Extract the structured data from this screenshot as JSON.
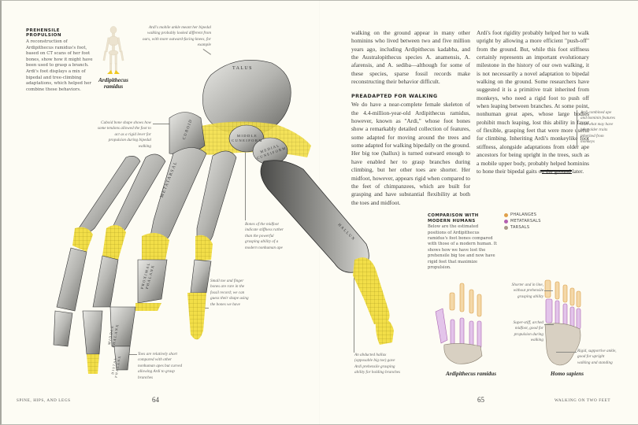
{
  "left_page": {
    "sidebar": {
      "heading": "PREHENSILE PROPULSION",
      "text": "A reconstruction of Ardipithecus ramidus's foot, based on CT scans of her foot bones, show how it might have been used to grasp a branch. Ardi's foot displays a mix of bipedal and tree-climbing adaptations, which helped her combine these behaviors."
    },
    "skeleton_label": "Ardipithecus ramidus",
    "annotations": {
      "ankle": "Ardi's mobile ankle meant her bipedal walking probably looked different from ours, with more outward-facing knees, for example",
      "cuboid": "Cuboid bone shape shows how some tendons allowed the foot to act as a rigid lever for propulsion during bipedal walking",
      "midfoot": "Bones of the midfoot indicate stiffness rather than the powerful grasping ability of a modern nonhuman ape",
      "small_toe": "Small toe and finger bones are rare in the fossil record; we can guess their shape using the bones we have",
      "toes": "Toes are relatively short compared with other nonhuman apes but curved allowing Ardi to grasp branches",
      "hallux": "An abducted hallux (opposable big toe) gave Ardi prehensile grasping ability for holding branches"
    },
    "bone_labels": {
      "talus": "TALUS",
      "cuboid": "CUBOID",
      "middle_cuneiform": "MIDDLE CUNEIFORM",
      "medial_cuneiform": "MEDIAL CUNEIFORM",
      "metatarsal": "METATARSAL",
      "proximal_phalanx": "PROXIMAL PHALANX",
      "middle_phalanx": "MIDDLE PHALANX",
      "distal_phalanx": "DISTAL PHALANX",
      "hallux": "HALLUX"
    },
    "footer": {
      "section": "SPINE, HIPS, AND LEGS",
      "page": "64"
    }
  },
  "right_page": {
    "column1": {
      "intro_paragraph": "walking on the ground appear in many other hominins who lived between two and five million years ago, including Ardipithecus kadabba, and the Australopithecus species A. anamensis, A. afarensis, and A. sediba—although for some of these species, sparse fossil records make reconstructing their behavior difficult.",
      "heading": "PREADAPTED FOR WALKING",
      "paragraph": "We do have a near-complete female skeleton of the 4.4-million-year-old Ardipithecus ramidus, however, known as \"Ardi,\" whose foot bones show a remarkably detailed collection of features, some adapted for moving around the trees and some adapted for walking bipedally on the ground. Her big toe (hallux) is turned outward enough to have enabled her to grasp branches during climbing, but her other toes are shorter. Her midfoot, however, appears rigid when compared to the feet of chimpanzees, which are built for grasping and have substantial flexibility at both the toes and midfoot."
    },
    "column2": {
      "paragraph": "Ardi's foot rigidity probably helped her to walk upright by allowing a more efficient \"push-off\" from the ground. But, while this foot stiffness certainly represents an important evolutionary milestone in the history of our own walking, it is not necessarily a novel adaptation to bipedal walking on the ground. Some researchers have suggested it is a primitive trait inherited from monkeys, who need a rigid foot to push off when leaping between branches. At some point, nonhuman great apes, whose large bodies prohibit much leaping, lost this ability in favor of flexible, grasping feet that were more useful for climbing. Inheriting Ardi's monkeylike foot stiffness, alongside adaptations from older ape ancestors for being upright in the trees, such as a mobile upper body, probably helped hominins to hone their bipedal gaits on the ground later."
    },
    "margin_note": "Ardi combined ape and hominin features with what may have been older traits inherited from monkeys",
    "comparison": {
      "heading": "COMPARISON WITH MODERN HUMANS",
      "text": "Below are the estimated positions of Ardipithecus ramidus's foot bones compared with those of a modern human. It shows how we have lost the prehensile big toe and now have rigid feet that maximize propulsion.",
      "legend": [
        {
          "label": "PHALANGES",
          "color": "#e0a04a"
        },
        {
          "label": "METATARSALS",
          "color": "#b45fb0"
        },
        {
          "label": "TARSALS",
          "color": "#a89a88"
        }
      ],
      "ardi_label": "Ardipithecus ramidus",
      "human_label": "Homo sapiens",
      "notes": {
        "toes": "Shorter and in line, without prehensile grasping ability",
        "midfoot": "Super-stiff, arched midfoot, good for propulsion during walking",
        "ankle": "Rigid, supportive ankle, good for upright walking and standing"
      }
    },
    "footer": {
      "page": "65",
      "section": "WALKING ON TWO FEET"
    }
  },
  "colors": {
    "page_bg": "#fdfcf4",
    "highlight_yellow": "#f0dc3c",
    "bone_gray": "#b8b8b4"
  }
}
